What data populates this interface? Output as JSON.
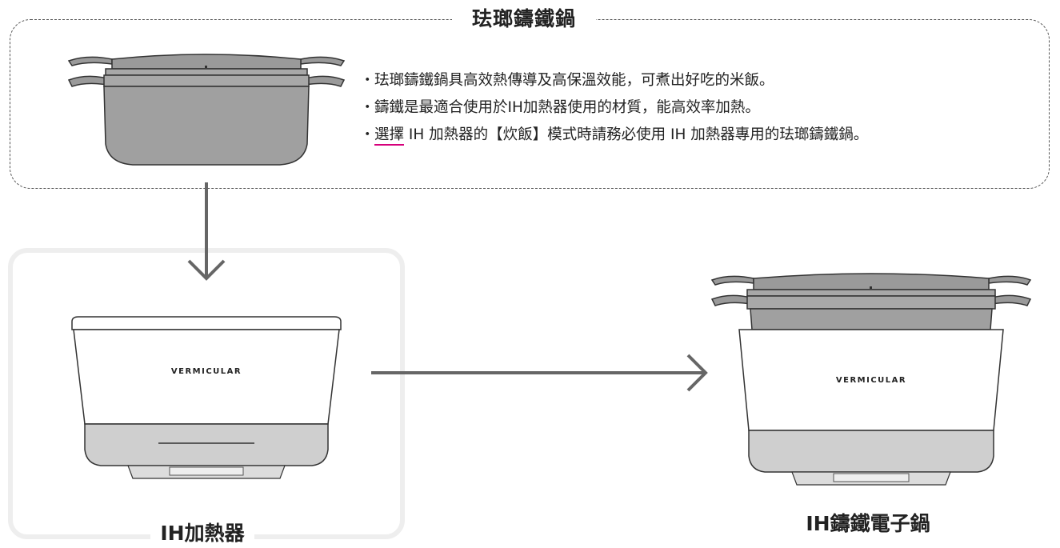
{
  "section_title": "珐瑯鑄鐵鍋",
  "bullets": [
    {
      "dot": "・",
      "highlight": "",
      "text": "珐瑯鑄鐵鍋具高效熱傳導及高保溫效能，可煮出好吃的米飯。"
    },
    {
      "dot": "・",
      "highlight": "",
      "text": "鑄鐵是最適合使用於IH加熱器使用的材質，能高效率加熱。"
    },
    {
      "dot": "・",
      "highlight": "選擇",
      "text": " IH 加熱器的【炊飯】模式時請務必使用 IH 加熱器專用的珐瑯鑄鐵鍋。"
    }
  ],
  "brand_left": "VERMICULAR",
  "brand_right": "VERMICULAR",
  "ih_label": "IH加熱器",
  "product_label": "IH鑄鐵電子鍋",
  "colors": {
    "highlight_underline": "#d6007b",
    "arrow": "#666666",
    "dashed_border": "#555555",
    "ih_box_border": "#eeeeee"
  }
}
